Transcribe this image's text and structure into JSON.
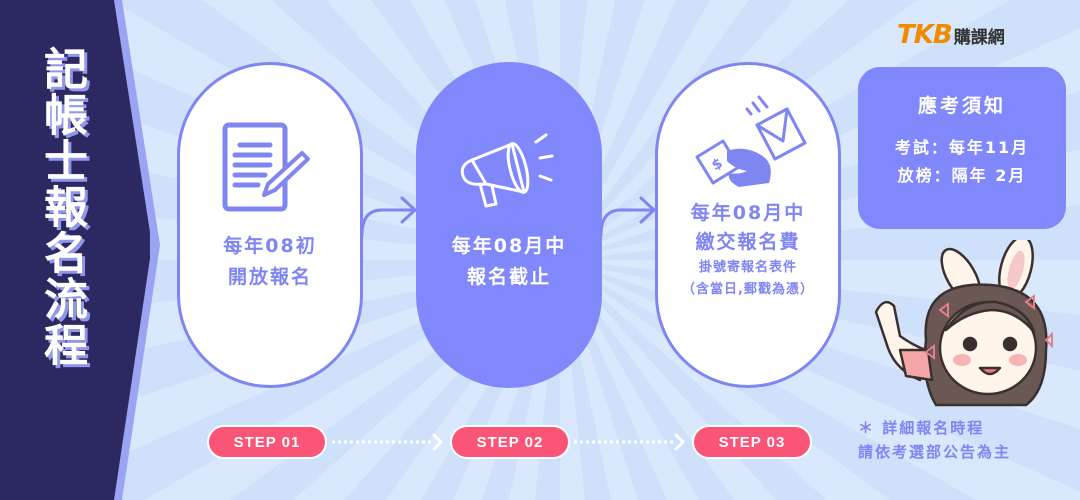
{
  "title": {
    "chars": "記帳士報名流程"
  },
  "logo": {
    "brand": "TKB",
    "name": "購課網",
    "brand_color": "#f28a00"
  },
  "colors": {
    "panel_dark": "#2c2861",
    "accent_purple": "#8088fb",
    "step_pink": "#fa5577",
    "background": "#d3e2fc"
  },
  "cards": [
    {
      "icon": "document-pen-icon",
      "lines": [
        "每年08初",
        "開放報名"
      ]
    },
    {
      "icon": "megaphone-icon",
      "lines": [
        "每年08月中",
        "報名截止"
      ]
    },
    {
      "icon": "money-mail-icon",
      "lines": [
        "每年08月中",
        "繳交報名費"
      ],
      "sub_lines": [
        "掛號寄報名表件",
        "（含當日,郵戳為憑）"
      ]
    }
  ],
  "steps": [
    {
      "label": "STEP  01"
    },
    {
      "label": "STEP  02"
    },
    {
      "label": "STEP  03"
    }
  ],
  "notice": {
    "title": "應考須知",
    "lines": [
      "考試：每年11月",
      "放榜：隔年  2月"
    ]
  },
  "footnote": {
    "lines": [
      "＊ 詳細報名時程",
      "請依考選部公告為主"
    ]
  }
}
